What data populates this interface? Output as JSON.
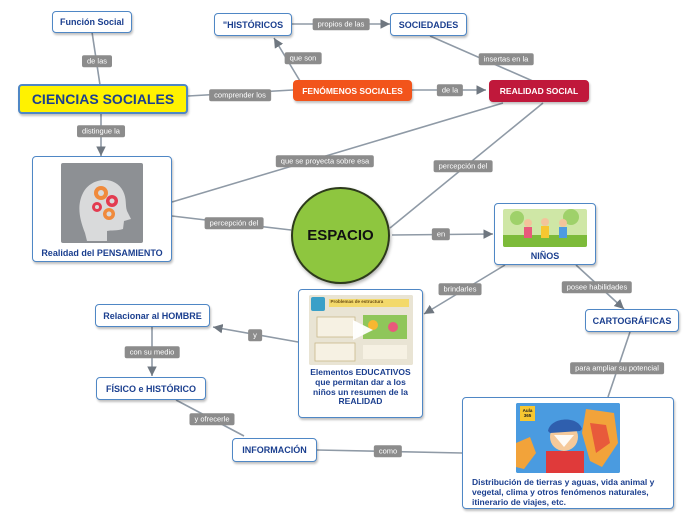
{
  "nodes": {
    "funcion_social": "Función Social",
    "ciencias_sociales": "CIENCIAS SOCIALES",
    "historicos": "\"HISTÓRICOS",
    "sociedades": "SOCIEDADES",
    "fenomenos_sociales": "FENÓMENOS SOCIALES",
    "realidad_social": "REALIDAD SOCIAL",
    "realidad_pensamiento": "Realidad del PENSAMIENTO",
    "espacio": "ESPACIO",
    "ninos": "NIÑOS",
    "cartograficas": "CARTOGRÁFICAS",
    "elementos_educativos": "Elementos EDUCATIVOS que permitan dar a los niños un resumen de la REALIDAD",
    "relacionar_hombre": "Relacionar al HOMBRE",
    "fisico_historico": "FÍSICO e HISTÓRICO",
    "informacion": "INFORMACIÓN",
    "distribucion": "Distribución de tierras y aguas, vida animal y vegetal, clima y otros fenómenos naturales, itinerario de viajes, etc.",
    "aula365_logo": "Aula 365",
    "video_card_title": "Problemas de estructura"
  },
  "links": {
    "de_las": "de las",
    "propios_de_las": "propios de las",
    "que_son": "que son",
    "insertas_en_la": "insertas en la",
    "comprender_los": "comprender los",
    "de_la": "de la",
    "distingue_la": "distingue la",
    "que_se_proyecta": "que se proyecta sobre esa",
    "percepcion_del_1": "percepción del",
    "percepcion_del_2": "percepción del",
    "en": "en",
    "brindarles": "brindarles",
    "posee_habilidades": "posee habilidades",
    "y": "y",
    "con_su_medio": "con su medio",
    "para_ampliar": "para ampliar su potencial",
    "y_ofrecerle": "y ofrecerle",
    "como": "como"
  },
  "colors": {
    "node_border": "#4f87c5",
    "node_text": "#1b3f8f",
    "ciencias_bg": "#fff200",
    "fenomenos_bg": "#f2541b",
    "realidad_social_bg": "#c0183b",
    "espacio_bg": "#8ec63f",
    "link_label_bg": "#8c8c8c",
    "line": "#8f9aa6"
  },
  "icons": [
    "brain-gears-icon",
    "children-playing-image",
    "video-play-icon",
    "aula365-boy-map-image"
  ]
}
